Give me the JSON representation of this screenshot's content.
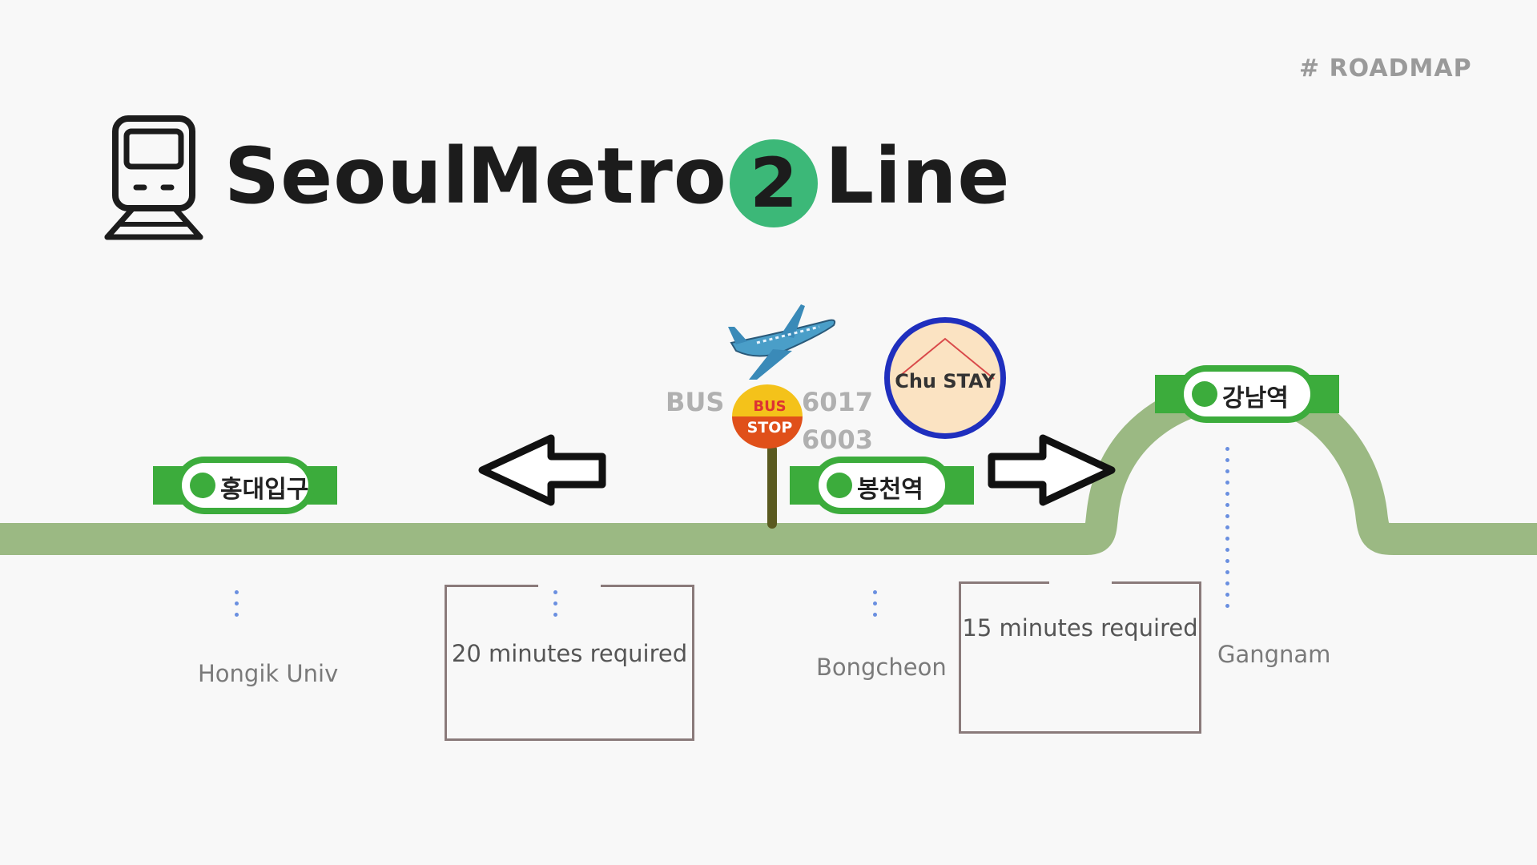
{
  "tag": "# ROADMAP",
  "title": {
    "word1": "Seoul",
    "word2": "Metro",
    "line_number": "2",
    "word3": "Line"
  },
  "icons": {
    "title": "train-icon",
    "airport": "airplane-icon",
    "bus": "bus-stop-sign-icon",
    "hotel": "hotel-logo-icon"
  },
  "colors": {
    "track": "#9bb983",
    "station": "#3cac3c",
    "line_badge": "#3cb878",
    "hotel_ring": "#1f2fbe",
    "dots": "#6a8fe0"
  },
  "stations": [
    {
      "id": "hongdae",
      "name_ko": "홍대입구",
      "name_en": "Hongik Univ"
    },
    {
      "id": "bongcheon",
      "name_ko": "봉천역",
      "name_en": "Bongcheon"
    },
    {
      "id": "gangnam",
      "name_ko": "강남역",
      "name_en": "Gangnam"
    }
  ],
  "segments": [
    {
      "text": "20 minutes required"
    },
    {
      "text": "15 minutes required"
    }
  ],
  "bus": {
    "label": "BUS",
    "routes": [
      "6017",
      "6003"
    ],
    "sign_top": "BUS",
    "sign_bottom": "STOP"
  },
  "hotel": {
    "name": "Chu STAY"
  }
}
